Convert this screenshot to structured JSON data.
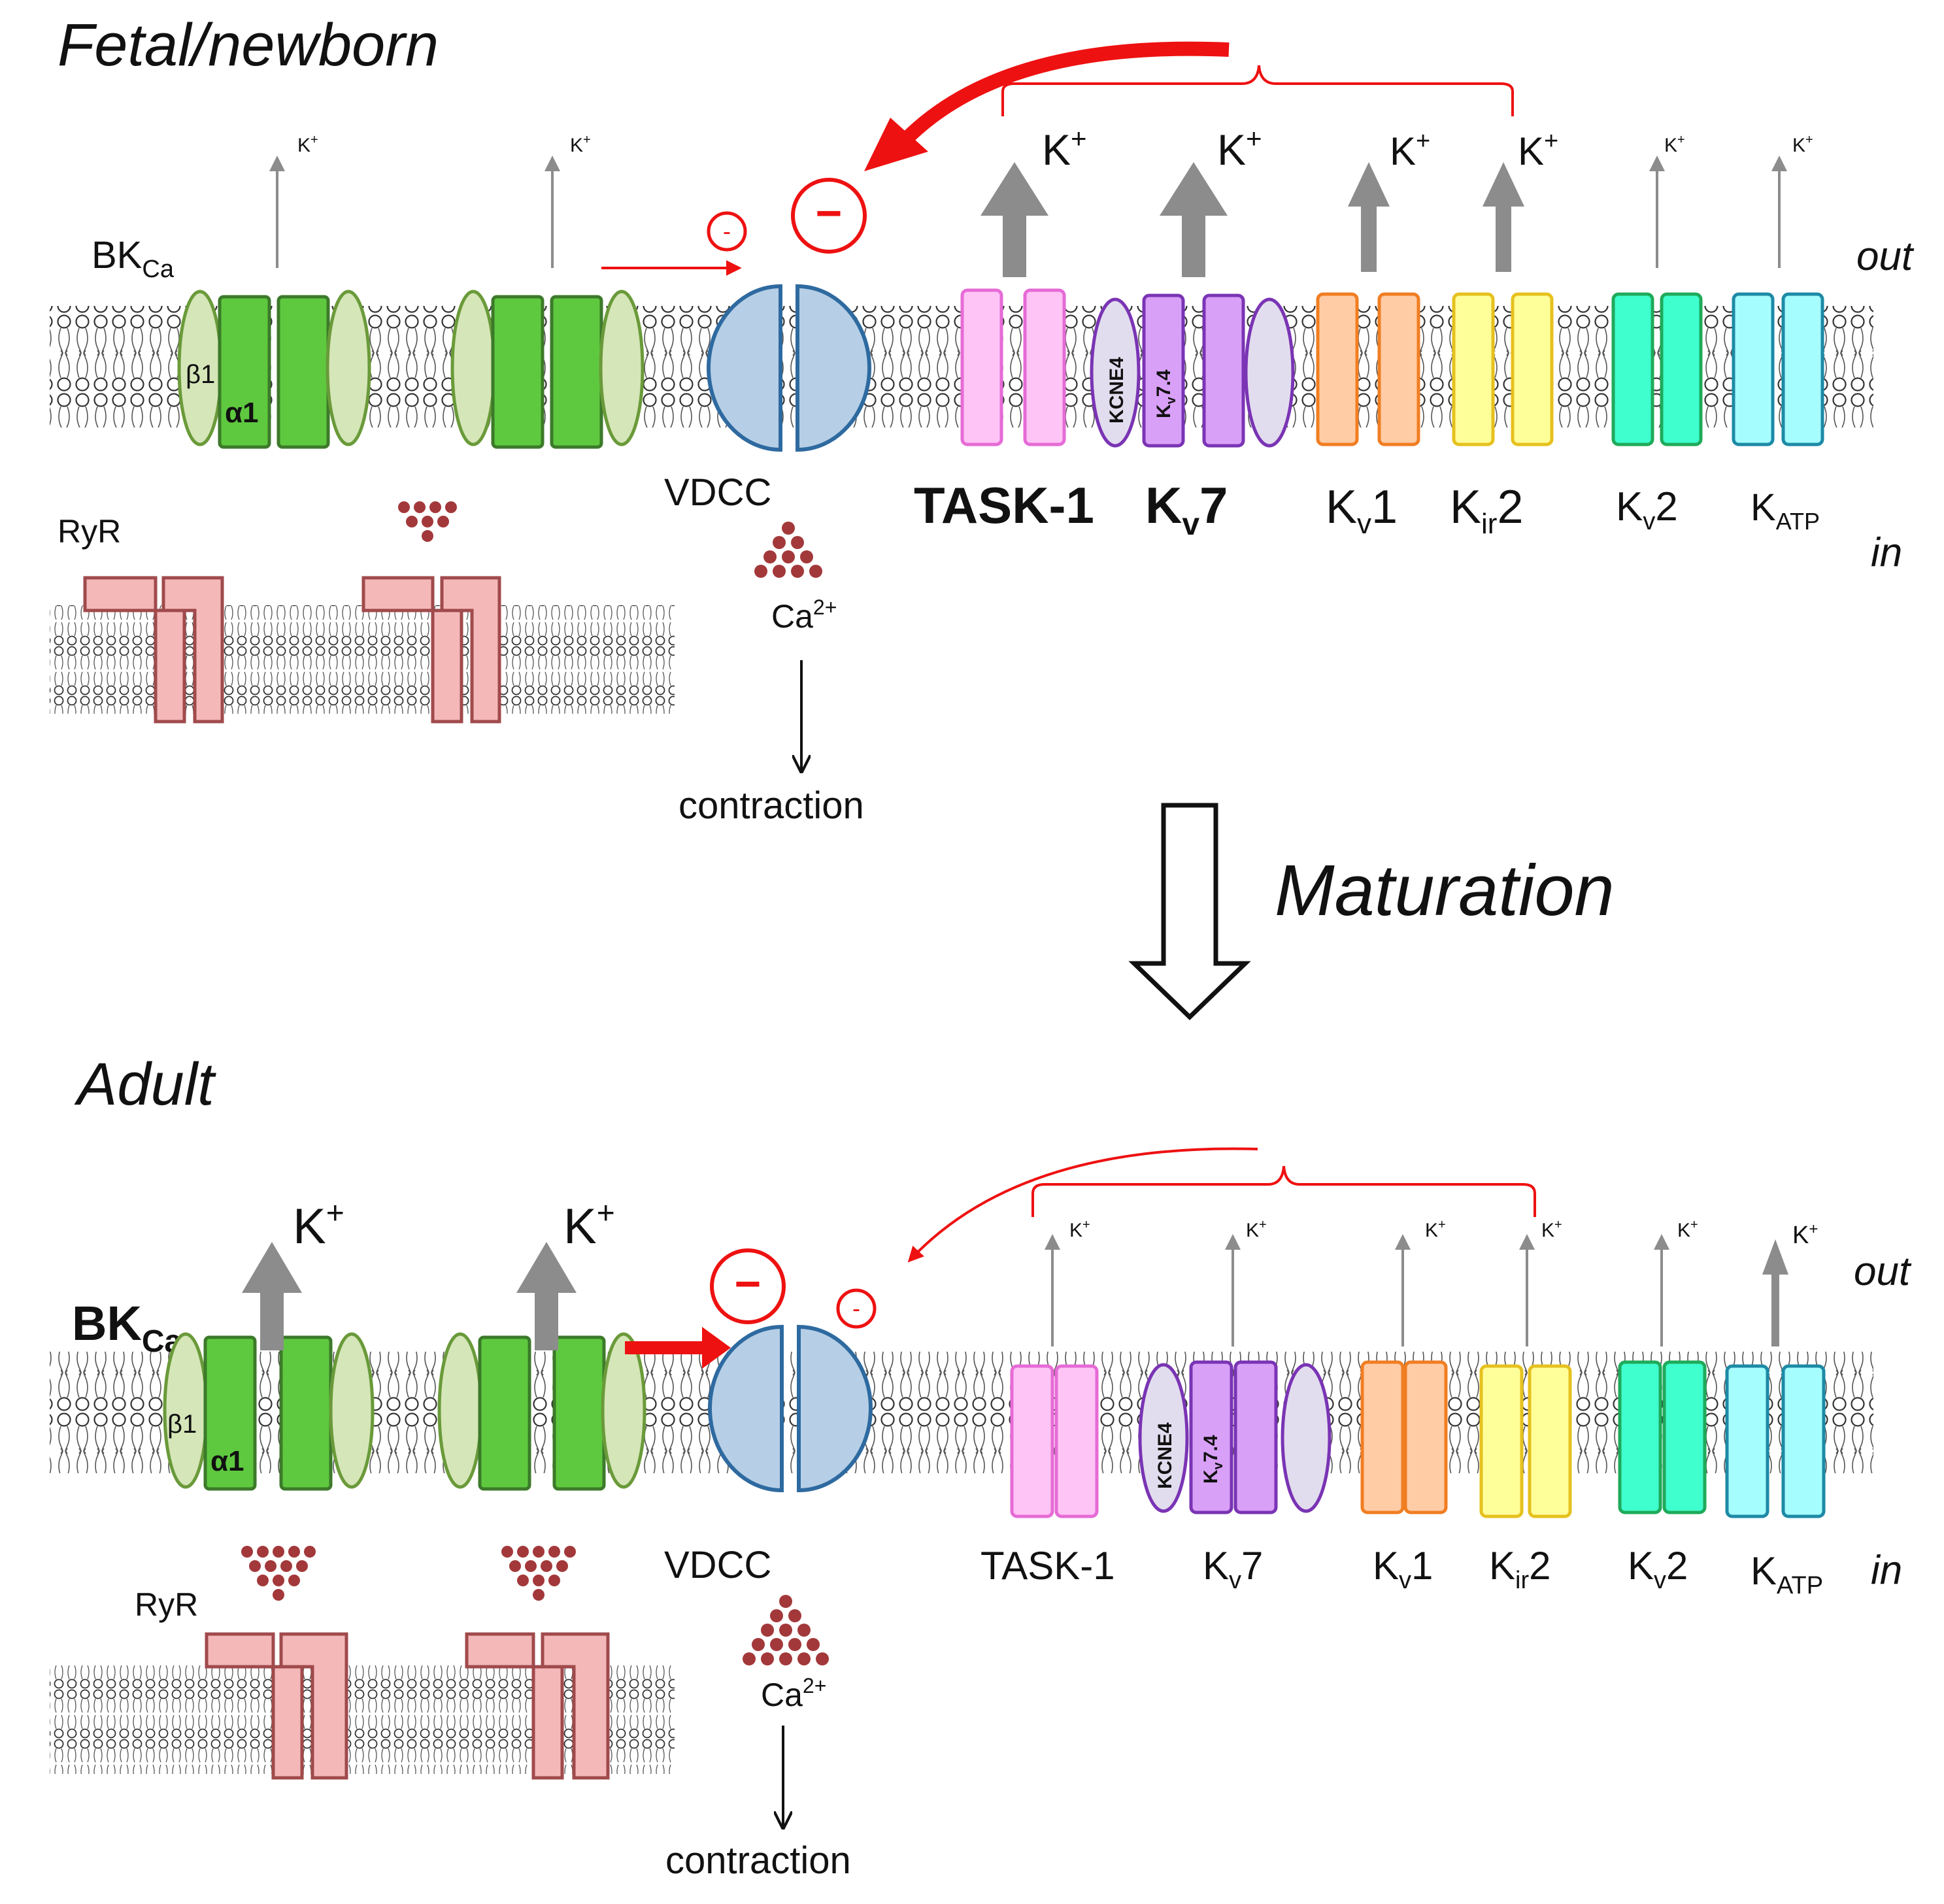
{
  "panels": {
    "top": {
      "title": "Fetal/newborn"
    },
    "bottom": {
      "title": "Adult"
    }
  },
  "transition": {
    "label": "Maturation"
  },
  "side": {
    "out": "out",
    "in": "in"
  },
  "channels": {
    "bkca": {
      "main": "BK",
      "sub": "Ca",
      "alpha": "α1",
      "beta": "β1"
    },
    "ryr": "RyR",
    "vdcc": "VDCC",
    "ca": {
      "main": "Ca",
      "sup": "2+"
    },
    "contraction": "contraction",
    "task1": "TASK-1",
    "kv7": {
      "main": "K",
      "sub": "v",
      "tail": "7"
    },
    "kcne4": "KCNE4",
    "kv74": {
      "main": "K",
      "sub": "v",
      "tail": "7.4"
    },
    "kv1": {
      "main": "K",
      "sub": "v",
      "tail": "1"
    },
    "kir2": {
      "main": "K",
      "sub": "ir",
      "tail": "2"
    },
    "kv2": {
      "main": "K",
      "sub": "v",
      "tail": "2"
    },
    "katp": {
      "main": "K",
      "sub": "ATP"
    }
  },
  "ion": {
    "main": "K",
    "sup": "+"
  },
  "inhibition_sign": "−",
  "inhibition_sign_small": "-",
  "colors": {
    "bkca_alpha": "#5ec93f",
    "bkca_beta": "#d5e6b8",
    "vdcc": "#b6cfe6",
    "task1": "#ffc4f6",
    "kv7": "#d9a0f8",
    "kcne4": "#e2ddee",
    "kv1": "#ffcca6",
    "kir2": "#ffff9a",
    "kv2": "#3fffcf",
    "katp": "#a6fdfd",
    "ryr": "#f5b8b9",
    "ca_dots": "#a3383a",
    "inhibition": "#ee1111",
    "k_arrow": "#8c8c8c"
  }
}
